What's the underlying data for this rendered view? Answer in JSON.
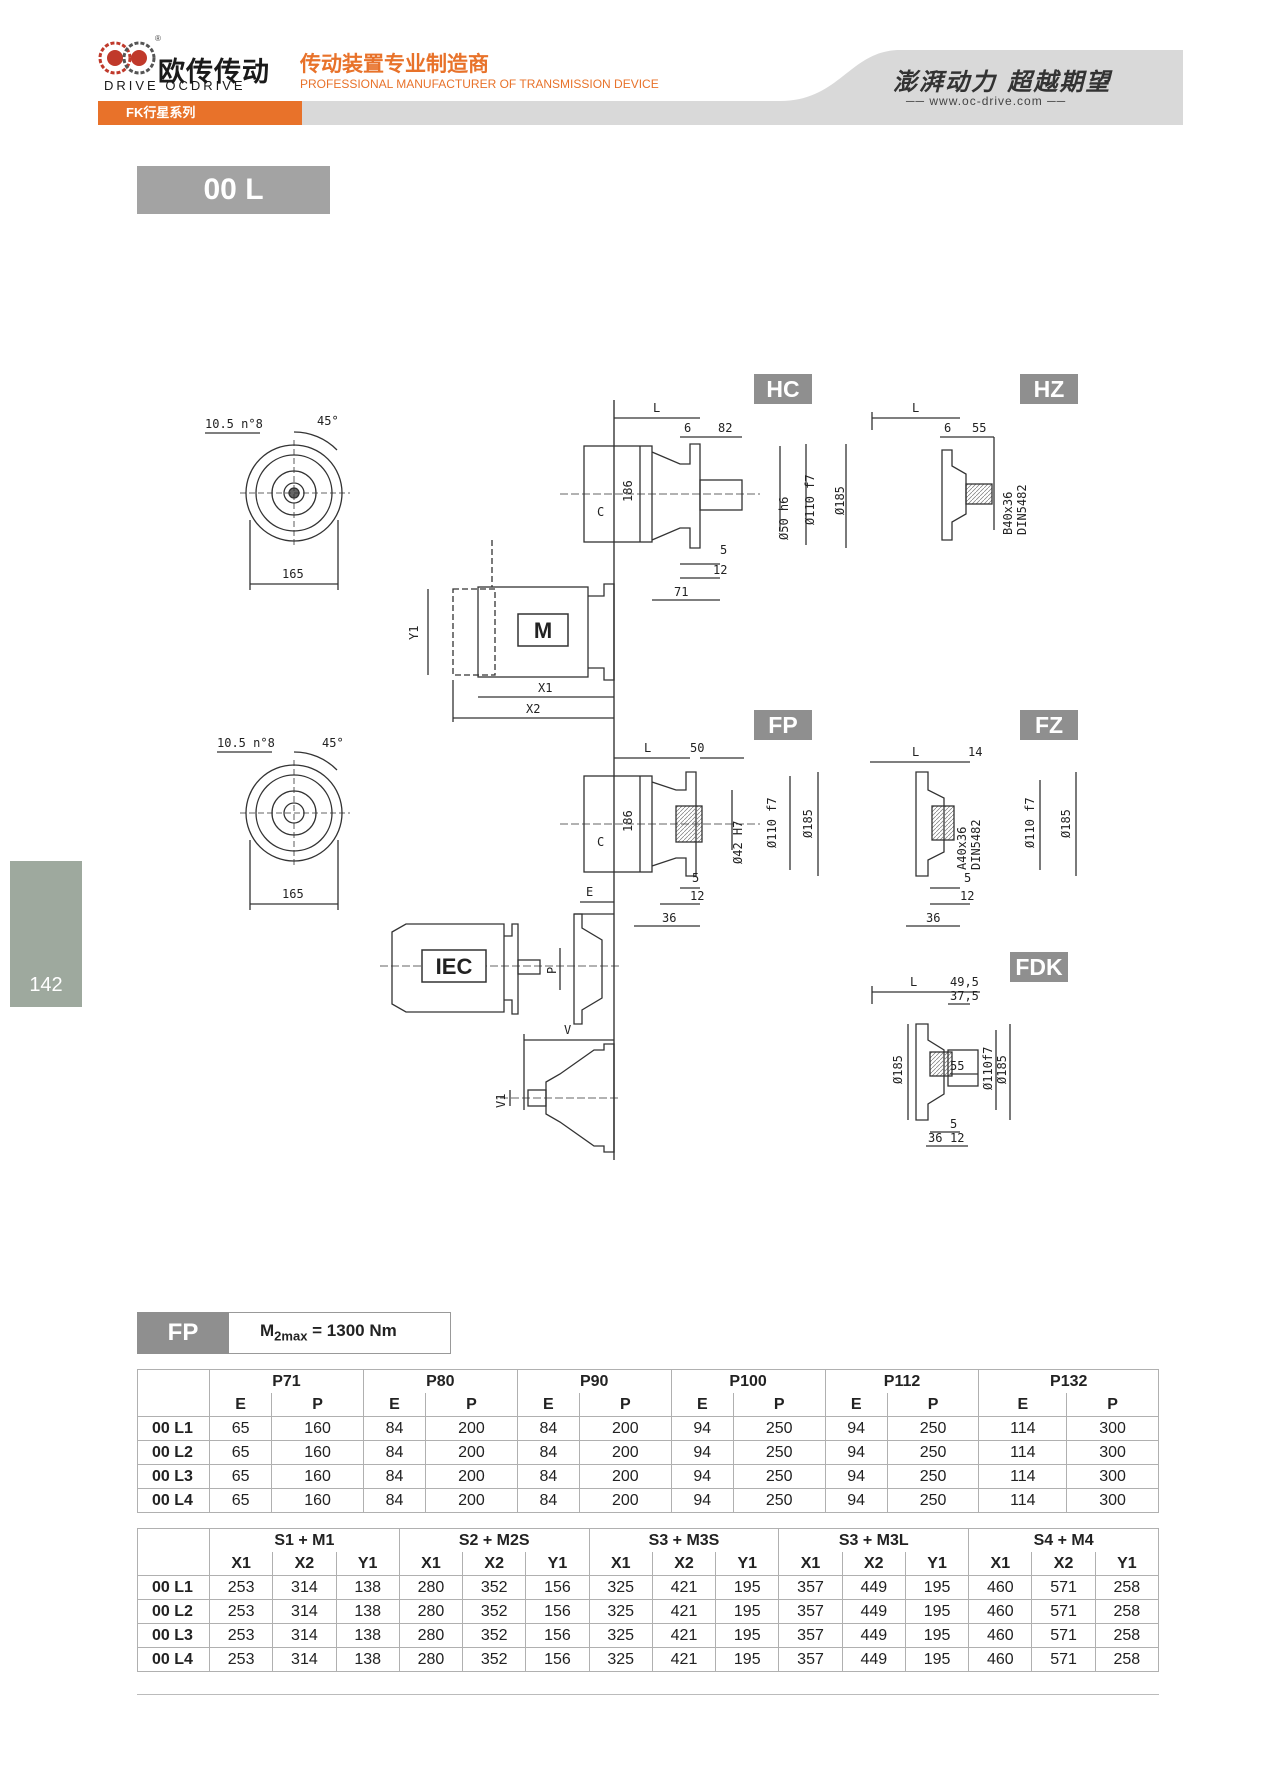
{
  "header": {
    "logo_cn": "欧传传动",
    "logo_en": "DRIVE OCDRIVE",
    "logo_mark": "®",
    "tagline_cn": "传动装置专业制造商",
    "tagline_en": "PROFESSIONAL MANUFACTURER OF TRANSMISSION DEVICE",
    "slogan": "澎湃动力 超越期望",
    "website": "www.oc-drive.com",
    "series": "FK行星系列",
    "colors": {
      "accent": "#e8722a",
      "band": "#d9d9d9"
    }
  },
  "model": "00 L",
  "page_number": "142",
  "drawing": {
    "labels": {
      "hc": "HC",
      "hz": "HZ",
      "fp": "FP",
      "fz": "FZ",
      "fdk": "FDK",
      "motor": "M",
      "iec": "IEC"
    },
    "dims": {
      "bolt_top": "10.5 n°8",
      "angle_top": "45°",
      "w165_top": "165",
      "bolt_bot": "10.5 n°8",
      "angle_bot": "45°",
      "w165_bot": "165",
      "hc_L": "L",
      "hc_6": "6",
      "hc_82": "82",
      "hc_186": "186",
      "hc_C": "C",
      "hc_d50": "Ø50 h6",
      "hc_d110": "Ø110 f7",
      "hc_d185": "Ø185",
      "hc_5": "5",
      "hc_12": "12",
      "hc_71": "71",
      "hz_L": "L",
      "hz_6": "6",
      "hz_55": "55",
      "hz_spline": "B40x36",
      "hz_din": "DIN5482",
      "m_Y1": "Y1",
      "m_X1": "X1",
      "m_X2": "X2",
      "fp_L": "L",
      "fp_50": "50",
      "fp_186": "186",
      "fp_C": "C",
      "fp_d42": "Ø42 H7",
      "fp_d110": "Ø110 f7",
      "fp_d185": "Ø185",
      "fp_5": "5",
      "fp_12": "12",
      "fp_36": "36",
      "fz_L": "L",
      "fz_14": "14",
      "fz_spline": "A40x36",
      "fz_din": "DIN5482",
      "fz_d110": "Ø110 f7",
      "fz_d185": "Ø185",
      "fz_5": "5",
      "fz_12": "12",
      "fz_36": "36",
      "iec_E": "E",
      "iec_P": "P",
      "v_V": "V",
      "v_V1": "V1",
      "fdk_L": "L",
      "fdk_495": "49,5",
      "fdk_375": "37,5",
      "fdk_55": "55",
      "fdk_d185a": "Ø185",
      "fdk_d110": "Ø110f7",
      "fdk_d185b": "Ø185",
      "fdk_5": "5",
      "fdk_36": "36",
      "fdk_12": "12"
    }
  },
  "fp_table": {
    "label": "FP",
    "torque_prefix": "M",
    "torque_sub": "2max",
    "torque_value": "= 1300 Nm",
    "groups": [
      "P71",
      "P80",
      "P90",
      "P100",
      "P112",
      "P132"
    ],
    "subheaders": [
      "E",
      "P",
      "E",
      "P",
      "E",
      "P",
      "E",
      "P",
      "E",
      "P",
      "E",
      "P"
    ],
    "rows": [
      {
        "name": "00 L1",
        "values": [
          "65",
          "160",
          "84",
          "200",
          "84",
          "200",
          "94",
          "250",
          "94",
          "250",
          "114",
          "300"
        ]
      },
      {
        "name": "00 L2",
        "values": [
          "65",
          "160",
          "84",
          "200",
          "84",
          "200",
          "94",
          "250",
          "94",
          "250",
          "114",
          "300"
        ]
      },
      {
        "name": "00 L3",
        "values": [
          "65",
          "160",
          "84",
          "200",
          "84",
          "200",
          "94",
          "250",
          "94",
          "250",
          "114",
          "300"
        ]
      },
      {
        "name": "00 L4",
        "values": [
          "65",
          "160",
          "84",
          "200",
          "84",
          "200",
          "94",
          "250",
          "94",
          "250",
          "114",
          "300"
        ]
      }
    ]
  },
  "motor_table": {
    "groups": [
      "S1 + M1",
      "S2 + M2S",
      "S3 + M3S",
      "S3 + M3L",
      "S4 + M4"
    ],
    "subheaders": [
      "X1",
      "X2",
      "Y1",
      "X1",
      "X2",
      "Y1",
      "X1",
      "X2",
      "Y1",
      "X1",
      "X2",
      "Y1",
      "X1",
      "X2",
      "Y1"
    ],
    "rows": [
      {
        "name": "00 L1",
        "values": [
          "253",
          "314",
          "138",
          "280",
          "352",
          "156",
          "325",
          "421",
          "195",
          "357",
          "449",
          "195",
          "460",
          "571",
          "258"
        ]
      },
      {
        "name": "00 L2",
        "values": [
          "253",
          "314",
          "138",
          "280",
          "352",
          "156",
          "325",
          "421",
          "195",
          "357",
          "449",
          "195",
          "460",
          "571",
          "258"
        ]
      },
      {
        "name": "00 L3",
        "values": [
          "253",
          "314",
          "138",
          "280",
          "352",
          "156",
          "325",
          "421",
          "195",
          "357",
          "449",
          "195",
          "460",
          "571",
          "258"
        ]
      },
      {
        "name": "00 L4",
        "values": [
          "253",
          "314",
          "138",
          "280",
          "352",
          "156",
          "325",
          "421",
          "195",
          "357",
          "449",
          "195",
          "460",
          "571",
          "258"
        ]
      }
    ]
  }
}
